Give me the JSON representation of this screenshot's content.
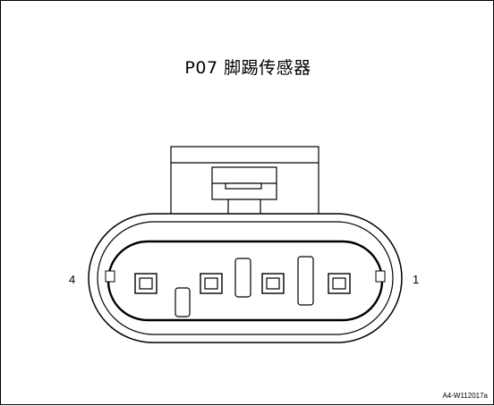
{
  "diagram": {
    "title": "P07 脚踢传感器",
    "pin_labels": {
      "left": "4",
      "right": "1"
    },
    "figure_code": "A4-W112017a"
  }
}
